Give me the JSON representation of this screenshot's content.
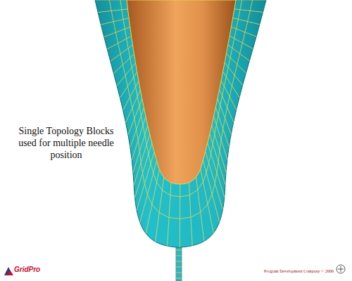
{
  "diagram": {
    "labels": [
      "Single Topology Blocks used for multiple needle position",
      "GridPro",
      "Program Development Company © 2006"
    ]
  }
}
